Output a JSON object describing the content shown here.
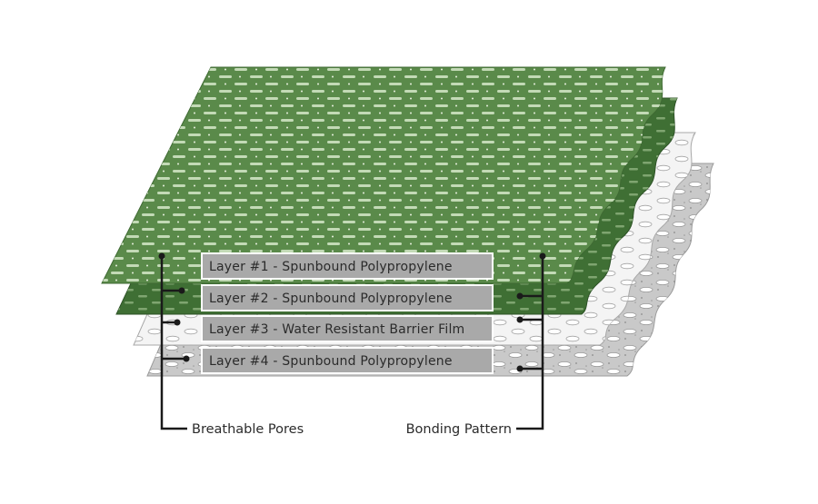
{
  "layers": [
    {
      "label": "Layer #1 - Spunbound Polypropylene",
      "color": "#5a8a4a"
    },
    {
      "label": "Layer #2 - Spunbound Polypropylene",
      "color": "#3f6f34"
    },
    {
      "label": "Layer #3 - Water Resistant Barrier Film",
      "color": "#f2f2f2"
    },
    {
      "label": "Layer #4 - Spunbound Polypropylene",
      "color": "#c9c9c9"
    }
  ],
  "callouts": {
    "pores": "Breathable Pores",
    "bonding": "Bonding Pattern"
  },
  "colors": {
    "label_box_fill": "#a9a9a9",
    "label_box_border": "#ffffff",
    "leader_line": "#1a1a1a"
  }
}
